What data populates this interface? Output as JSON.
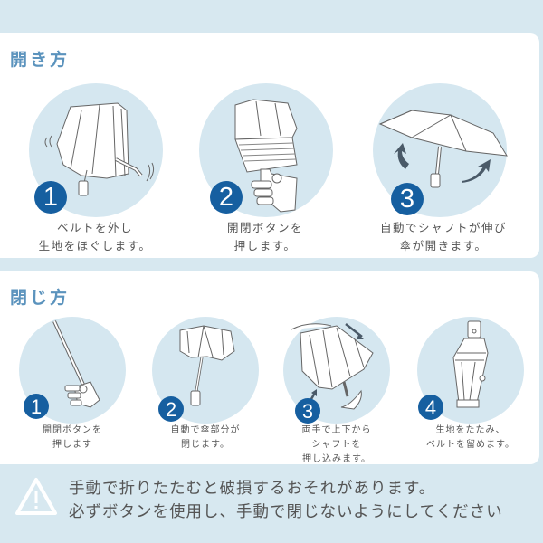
{
  "open_section": {
    "title": "開き方",
    "steps": [
      {
        "number": "1",
        "caption": "ベルトを外し\n生地をほぐします。"
      },
      {
        "number": "2",
        "caption": "開閉ボタンを\n押します。"
      },
      {
        "number": "3",
        "caption": "自動でシャフトが伸び\n傘が開きます。"
      }
    ]
  },
  "close_section": {
    "title": "閉じ方",
    "steps": [
      {
        "number": "1",
        "caption": "開閉ボタンを\n押します"
      },
      {
        "number": "2",
        "caption": "自動で傘部分が\n閉じます。"
      },
      {
        "number": "3",
        "caption": "両手で上下から\nシャフトを\n押し込みます。"
      },
      {
        "number": "4",
        "caption": "生地をたたみ、\nベルトを留めます。"
      }
    ]
  },
  "warning": {
    "icon": "warning-triangle-icon",
    "line1": "手動で折りたたむと破損するおそれがあります。",
    "line2": "必ずボタンを使用し、手動で閉じないようにしてください"
  },
  "colors": {
    "background": "#d7e8f0",
    "circle": "#d5e7f0",
    "badge": "#165fa0",
    "title": "#5b93bd"
  }
}
